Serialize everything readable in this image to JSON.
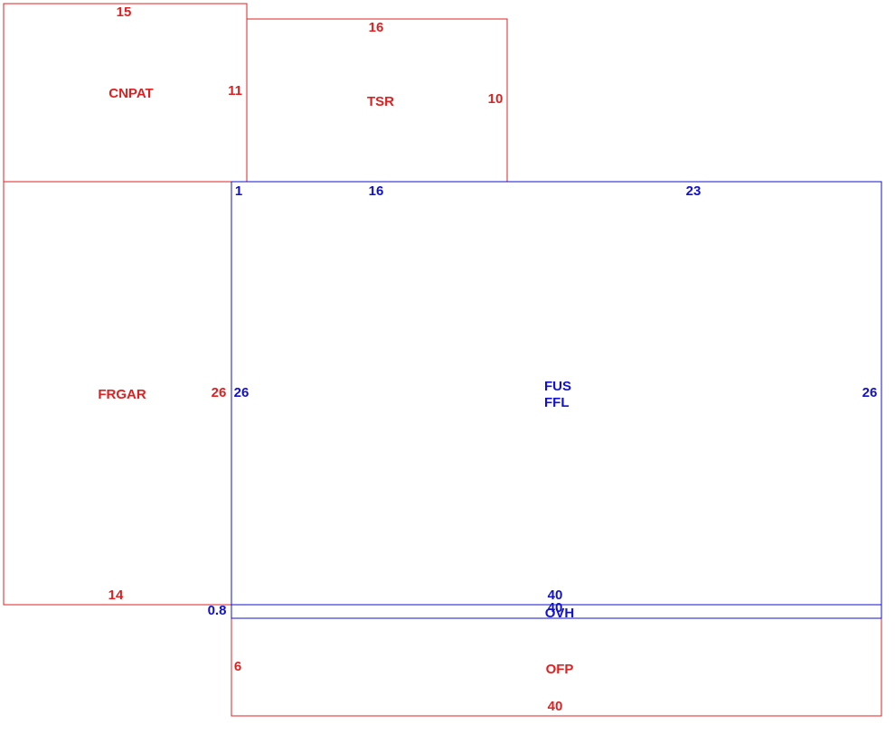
{
  "colors": {
    "red": "#e02020",
    "blue": "#1010d0"
  },
  "areas": [
    {
      "id": "cnpat",
      "color": "red",
      "name": "CNPAT",
      "dims": {
        "top": "15",
        "right": "11"
      }
    },
    {
      "id": "tsr",
      "color": "red",
      "name": "TSR",
      "dims": {
        "top": "16",
        "right": "10"
      }
    },
    {
      "id": "frgar",
      "color": "red",
      "name": "FRGAR",
      "dims": {
        "bottom": "14",
        "right": "26"
      }
    },
    {
      "id": "fus",
      "color": "blue",
      "name": "FUS",
      "name2": "FFL",
      "dims": {
        "corner": "1",
        "top_a": "16",
        "top_b": "23",
        "left": "26",
        "right": "26",
        "bottom": "40"
      }
    },
    {
      "id": "ovh",
      "color": "blue",
      "name": "OVH",
      "dims": {
        "top": "40",
        "left": "0.8"
      }
    },
    {
      "id": "ofp",
      "color": "red",
      "name": "OFP",
      "dims": {
        "left": "6",
        "bottom": "40"
      }
    }
  ]
}
